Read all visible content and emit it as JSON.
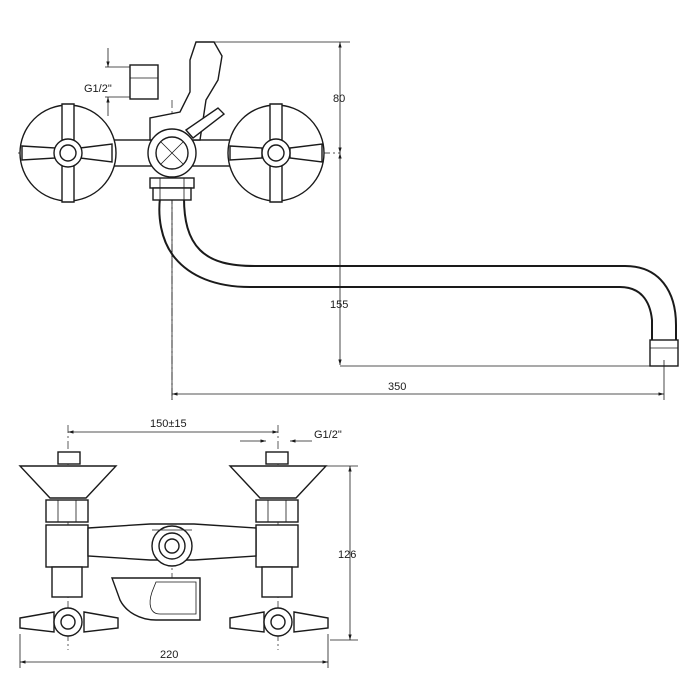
{
  "top_view": {
    "dim_height_top": "80",
    "dim_height_spout": "155",
    "dim_spout_length": "350",
    "thread_label": "G1/2\""
  },
  "front_view": {
    "dim_center_distance": "150±15",
    "thread_label": "G1/2\"",
    "dim_height": "126",
    "dim_width": "220"
  }
}
